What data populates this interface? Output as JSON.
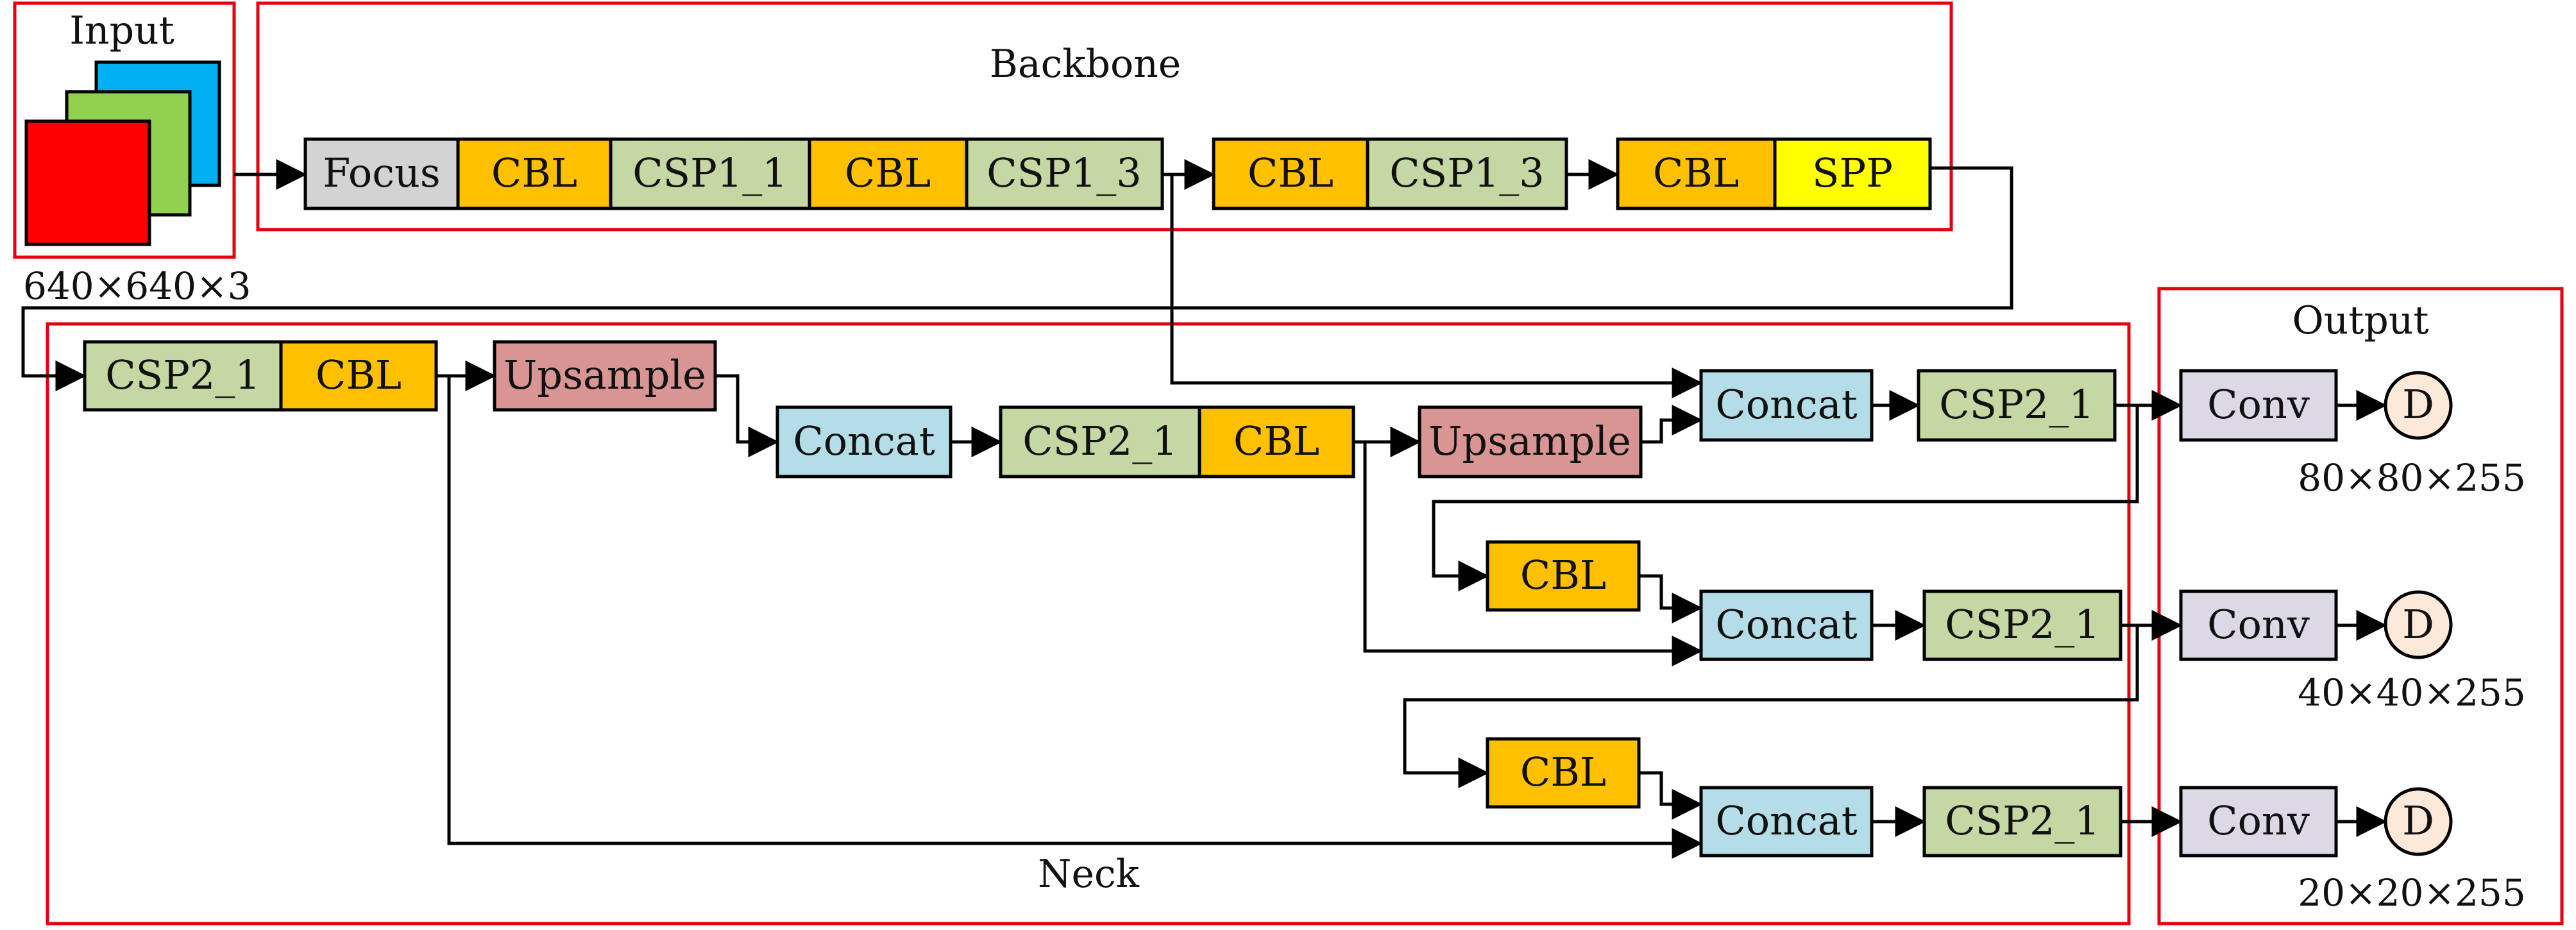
{
  "sections": {
    "input": "Input",
    "backbone": "Backbone",
    "neck": "Neck",
    "output": "Output"
  },
  "input_size": "640×640×3",
  "colors": {
    "frame": "#e3000f",
    "focus": "#d3d3d3",
    "cbl": "#ffc000",
    "csp": "#c5d8a4",
    "spp": "#ffff00",
    "upsample": "#d99594",
    "concat": "#b4dde8",
    "conv": "#dcd8e6",
    "detect": "#fde9d9",
    "input_blue": "#00b0f0",
    "input_green": "#92d050",
    "input_red": "#ff0000"
  },
  "backbone": {
    "blocks": [
      "Focus",
      "CBL",
      "CSP1_1",
      "CBL",
      "CSP1_3",
      "CBL",
      "CSP1_3",
      "CBL",
      "SPP"
    ]
  },
  "neck": {
    "blocks": [
      "CSP2_1",
      "CBL",
      "Upsample",
      "Concat",
      "CSP2_1",
      "CBL",
      "Upsample",
      "Concat",
      "CSP2_1",
      "CBL",
      "Concat",
      "CSP2_1",
      "CBL",
      "Concat",
      "CSP2_1"
    ]
  },
  "output": {
    "heads": [
      {
        "conv": "Conv",
        "detect": "D",
        "size": "80×80×255"
      },
      {
        "conv": "Conv",
        "detect": "D",
        "size": "40×40×255"
      },
      {
        "conv": "Conv",
        "detect": "D",
        "size": "20×20×255"
      }
    ]
  }
}
